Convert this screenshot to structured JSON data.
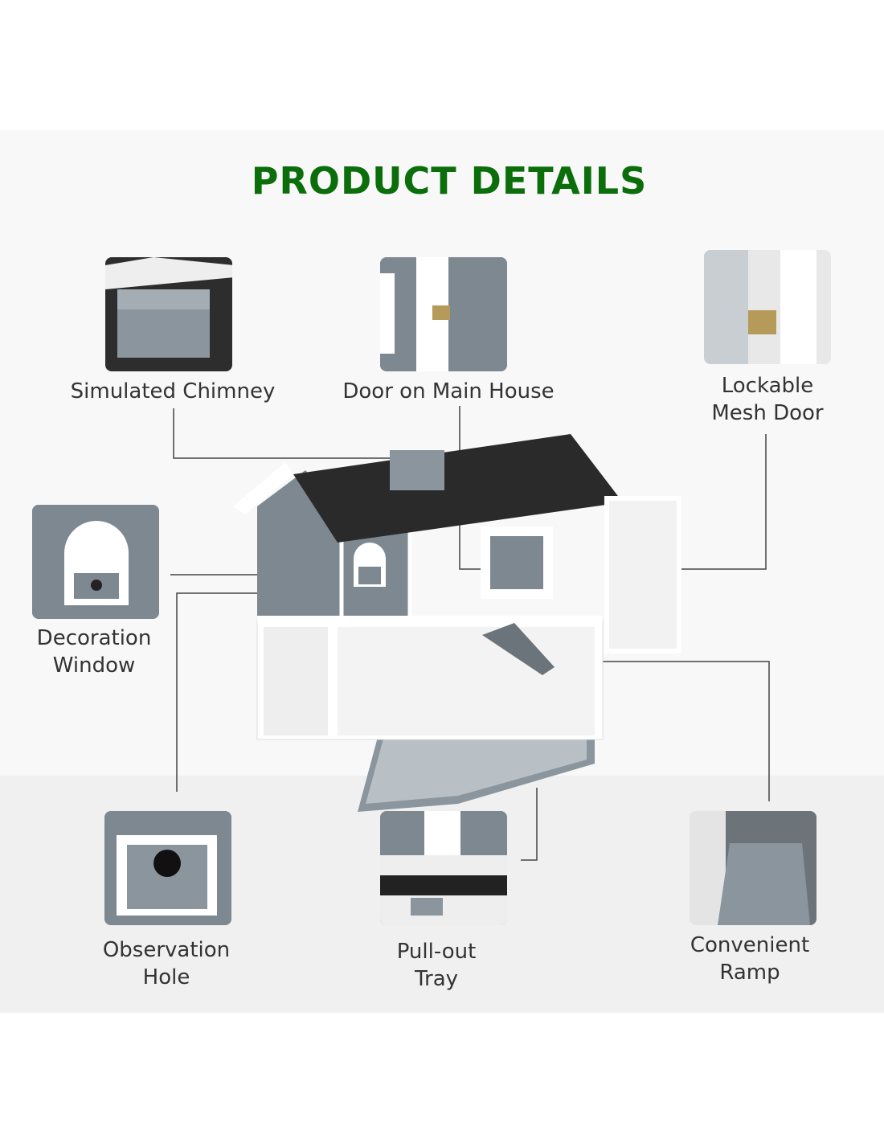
{
  "title": "PRODUCT DETAILS",
  "features": [
    {
      "label": "Simulated Chimney"
    },
    {
      "label": "Door on Main House"
    },
    {
      "label_line1": "Lockable",
      "label_line2": "Mesh Door"
    },
    {
      "label_line1": "Decoration",
      "label_line2": "Window"
    },
    {
      "label_line1": "Observation",
      "label_line2": "Hole"
    },
    {
      "label_line1": "Pull-out",
      "label_line2": "Tray"
    },
    {
      "label_line1": "Convenient",
      "label_line2": "Ramp"
    }
  ],
  "colors": {
    "title": "#0b6e0b",
    "wood_gray": "#7d8891",
    "roof": "#2a2a2a"
  }
}
